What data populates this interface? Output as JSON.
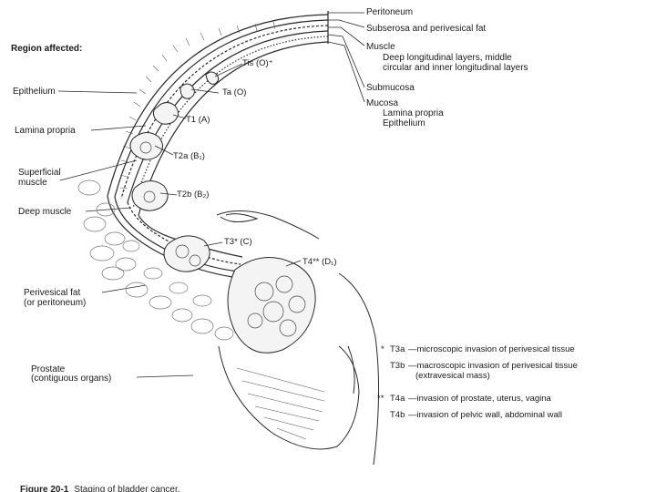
{
  "heading": "Region affected:",
  "layers": {
    "peritoneum": "Peritoneum",
    "subserosa": "Subserosa and perivesical fat",
    "muscle_title": "Muscle",
    "muscle_desc_1": "Deep longitudinal layers, middle",
    "muscle_desc_2": "circular and inner longitudinal layers",
    "submucosa": "Submucosa",
    "mucosa_title": "Mucosa",
    "mucosa_lp": "Lamina propria",
    "mucosa_ep": "Epithelium"
  },
  "regions": {
    "epithelium": "Epithelium",
    "lamina_propria": "Lamina propria",
    "superficial_1": "Superficial",
    "superficial_2": "muscle",
    "deep_muscle": "Deep muscle",
    "perivesical_1": "Perivesical fat",
    "perivesical_2": "(or peritoneum)",
    "prostate_1": "Prostate",
    "prostate_2": "(contiguous organs)"
  },
  "stages": {
    "tis": "Tis (O)⁺",
    "ta": "Ta (O)",
    "t1": "T1 (A)",
    "t2a": "T2a (B₁)",
    "t2b": "T2b (B₂)",
    "t3": "T3* (C)",
    "t4": "T4** (D₁)"
  },
  "notes": {
    "star1": "*",
    "t3a_code": "T3a",
    "t3a_text": "—microscopic invasion of perivesical tissue",
    "t3b_code": "T3b",
    "t3b_text": "—macroscopic invasion of perivesical tissue",
    "t3b_sub": "(extravesical mass)",
    "star2": "**",
    "t4a_code": "T4a",
    "t4a_text": "—invasion of prostate, uterus, vagina",
    "t4b_code": "T4b",
    "t4b_text": "—invasion of pelvic wall, abdominal wall"
  },
  "caption": {
    "figure": "Figure 20-1",
    "text": "Staging of bladder cancer."
  }
}
